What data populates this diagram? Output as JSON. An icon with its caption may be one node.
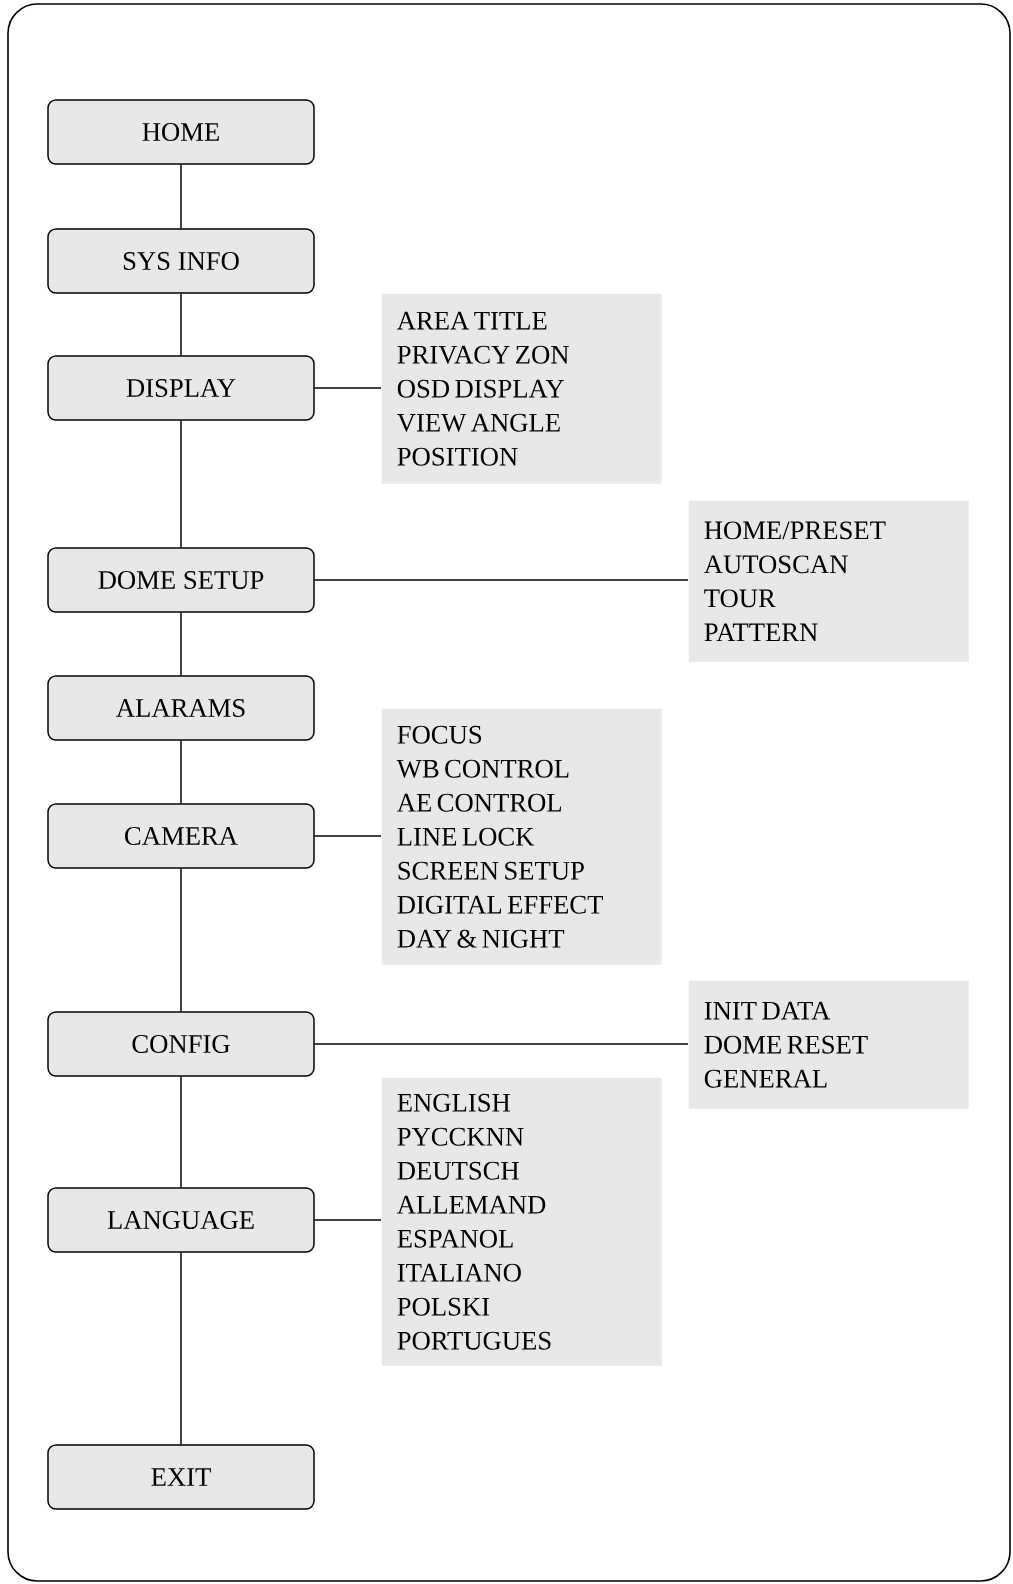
{
  "diagram": {
    "nodes": [
      {
        "text": [
          "HOME"
        ]
      },
      {
        "text": [
          "SYS INFO"
        ]
      },
      {
        "text": [
          "DISPLAY"
        ]
      },
      {
        "text": [
          "AREA TITLE",
          "PRIVACY ZON",
          "OSD DISPLAY",
          "VIEW ANGLE",
          "POSITION"
        ]
      },
      {
        "text": [
          "DOME SETUP"
        ]
      },
      {
        "text": [
          "HOME/PRESET",
          "AUTOSCAN",
          "TOUR",
          "PATTERN"
        ]
      },
      {
        "text": [
          "ALARAMS"
        ]
      },
      {
        "text": [
          "CAMERA"
        ]
      },
      {
        "text": [
          "FOCUS",
          "WB CONTROL",
          "AE CONTROL",
          "LINE LOCK",
          "SCREEN SETUP",
          "DIGITAL EFFECT",
          "DAY & NIGHT"
        ]
      },
      {
        "text": [
          "CONFIG"
        ]
      },
      {
        "text": [
          "INIT DATA",
          "DOME RESET",
          "GENERAL"
        ]
      },
      {
        "text": [
          "LANGUAGE"
        ]
      },
      {
        "text": [
          "ENGLISH",
          "PYCCKNN",
          "DEUTSCH",
          "ALLEMAND",
          "ESPANOL",
          "ITALIANO",
          "POLSKI",
          "PORTUGUES"
        ]
      },
      {
        "text": [
          "EXIT"
        ]
      }
    ],
    "edges": [
      {
        "from": 0,
        "to": 1,
        "arrow": "none"
      },
      {
        "from": 1,
        "to": 2,
        "arrow": "none"
      },
      {
        "from": 2,
        "to": 3,
        "arrow": "none"
      },
      {
        "from": 2,
        "to": 4,
        "arrow": "none"
      },
      {
        "from": 4,
        "to": 5,
        "arrow": "none"
      },
      {
        "from": 4,
        "to": 6,
        "arrow": "none"
      },
      {
        "from": 6,
        "to": 7,
        "arrow": "none"
      },
      {
        "from": 7,
        "to": 8,
        "arrow": "none"
      },
      {
        "from": 7,
        "to": 9,
        "arrow": "none"
      },
      {
        "from": 9,
        "to": 10,
        "arrow": "none"
      },
      {
        "from": 9,
        "to": 11,
        "arrow": "none"
      },
      {
        "from": 11,
        "to": 12,
        "arrow": "none"
      },
      {
        "from": 11,
        "to": 13,
        "arrow": "none"
      }
    ]
  }
}
